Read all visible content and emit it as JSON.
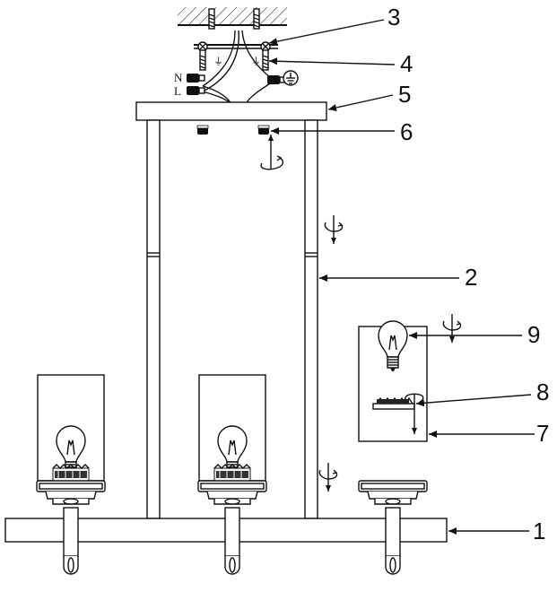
{
  "callouts": [
    {
      "id": "1",
      "label": "1"
    },
    {
      "id": "2",
      "label": "2"
    },
    {
      "id": "3",
      "label": "3"
    },
    {
      "id": "4",
      "label": "4"
    },
    {
      "id": "5",
      "label": "5"
    },
    {
      "id": "6",
      "label": "6"
    },
    {
      "id": "7",
      "label": "7"
    },
    {
      "id": "8",
      "label": "8"
    },
    {
      "id": "9",
      "label": "9"
    }
  ],
  "wiring": {
    "neutral": "N",
    "live": "L"
  },
  "icons": {
    "ground": "ground-icon",
    "rotate": "rotate-arrow-icon",
    "bulb": "light-bulb-icon"
  }
}
